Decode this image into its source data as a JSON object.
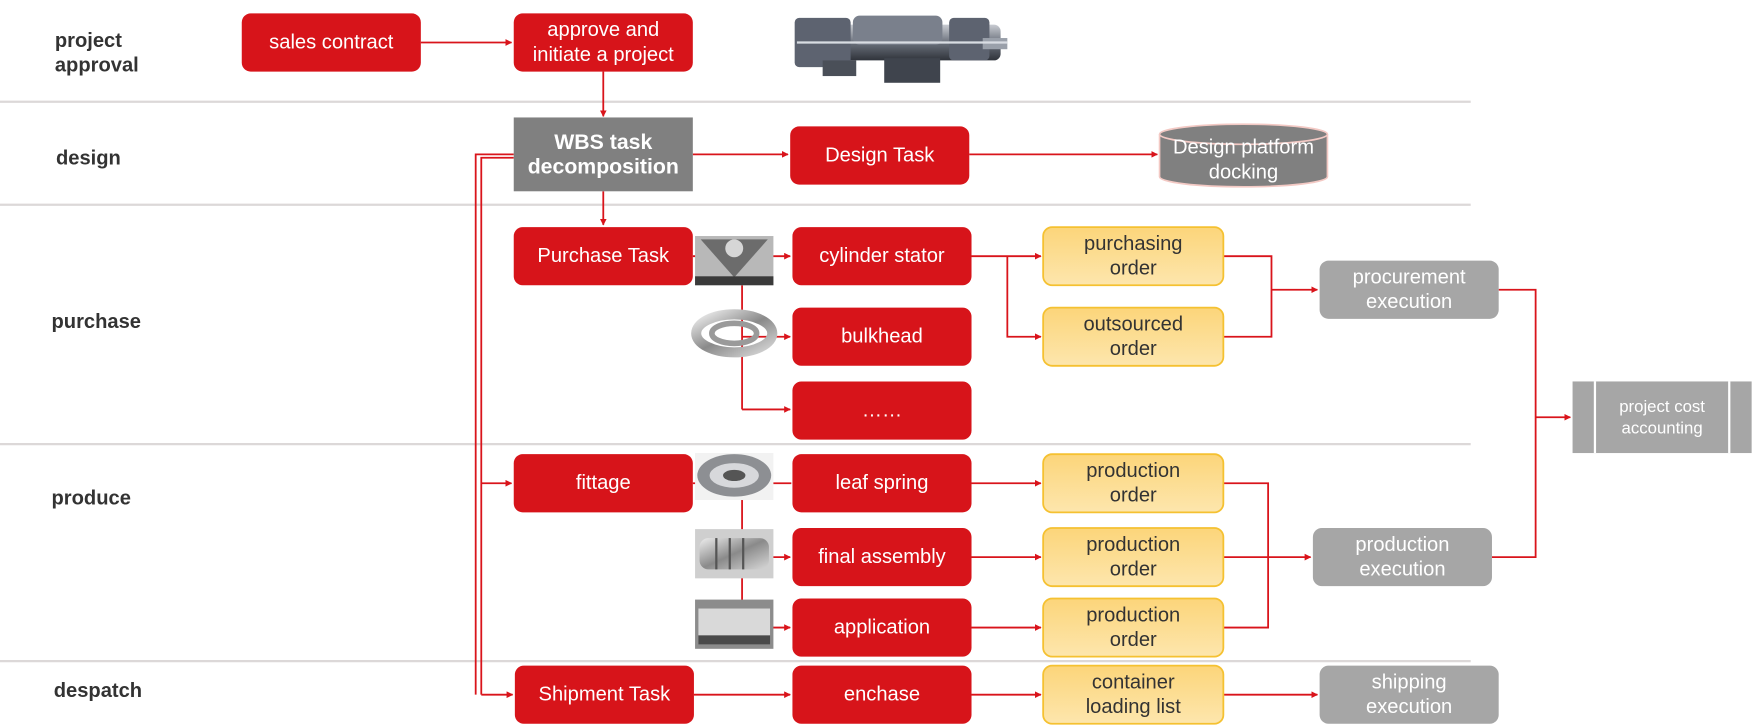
{
  "colors": {
    "task_red": "#d7141a",
    "order_yellow_top": "#fcd57a",
    "order_yellow_bottom": "#fde6ad",
    "order_border": "#f5c131",
    "exec_gray": "#a6a6a6",
    "wbs_gray": "#808080",
    "connector_red": "#d9141b",
    "lane_separator": "#dcd8d8",
    "lane_text": "#333333"
  },
  "lanes": [
    {
      "id": "project-approval",
      "label_lines": [
        "project",
        "approval"
      ]
    },
    {
      "id": "design",
      "label_lines": [
        "design"
      ]
    },
    {
      "id": "purchase",
      "label_lines": [
        "purchase"
      ]
    },
    {
      "id": "produce",
      "label_lines": [
        "produce"
      ]
    },
    {
      "id": "despatch",
      "label_lines": [
        "despatch"
      ]
    }
  ],
  "nodes": {
    "sales_contract": {
      "lines": [
        "sales contract"
      ],
      "kind": "task"
    },
    "approve_project": {
      "lines": [
        "approve and",
        "initiate a project"
      ],
      "kind": "task"
    },
    "wbs": {
      "lines": [
        "WBS task",
        "decomposition"
      ],
      "kind": "wbs"
    },
    "design_task": {
      "lines": [
        "Design Task"
      ],
      "kind": "task"
    },
    "design_platform": {
      "lines": [
        "Design platform",
        "docking"
      ],
      "kind": "database"
    },
    "purchase_task": {
      "lines": [
        "Purchase Task"
      ],
      "kind": "task"
    },
    "cylinder_stator": {
      "lines": [
        "cylinder stator"
      ],
      "kind": "task"
    },
    "bulkhead": {
      "lines": [
        "bulkhead"
      ],
      "kind": "task"
    },
    "more_items": {
      "lines": [
        "……"
      ],
      "kind": "task"
    },
    "purchasing_order": {
      "lines": [
        "purchasing",
        "order"
      ],
      "kind": "order"
    },
    "outsourced_order": {
      "lines": [
        "outsourced",
        "order"
      ],
      "kind": "order"
    },
    "procurement_execution": {
      "lines": [
        "procurement",
        "execution"
      ],
      "kind": "execution"
    },
    "project_cost": {
      "lines": [
        "project cost",
        "accounting"
      ],
      "kind": "subprocess"
    },
    "fittage": {
      "lines": [
        "fittage"
      ],
      "kind": "task"
    },
    "leaf_spring": {
      "lines": [
        "leaf spring"
      ],
      "kind": "task"
    },
    "final_assembly": {
      "lines": [
        "final assembly"
      ],
      "kind": "task"
    },
    "application": {
      "lines": [
        "application"
      ],
      "kind": "task"
    },
    "production_order_1": {
      "lines": [
        "production",
        "order"
      ],
      "kind": "order"
    },
    "production_order_2": {
      "lines": [
        "production",
        "order"
      ],
      "kind": "order"
    },
    "production_order_3": {
      "lines": [
        "production",
        "order"
      ],
      "kind": "order"
    },
    "production_execution": {
      "lines": [
        "production",
        "execution"
      ],
      "kind": "execution"
    },
    "shipment_task": {
      "lines": [
        "Shipment Task"
      ],
      "kind": "task"
    },
    "enchase": {
      "lines": [
        "enchase"
      ],
      "kind": "task"
    },
    "container_loading": {
      "lines": [
        "container",
        "loading list"
      ],
      "kind": "order"
    },
    "shipping_execution": {
      "lines": [
        "shipping",
        "execution"
      ],
      "kind": "execution"
    }
  },
  "pictures": [
    {
      "id": "steam-turbine",
      "icon": "steam-turbine-image"
    },
    {
      "id": "cylinder-stator-photo",
      "icon": "cylinder-stator-image"
    },
    {
      "id": "bulkhead-photo",
      "icon": "bulkhead-ring-image"
    },
    {
      "id": "leaf-spring-photo",
      "icon": "blade-wheel-image"
    },
    {
      "id": "final-assembly-photo",
      "icon": "rotor-assembly-image"
    },
    {
      "id": "application-photo",
      "icon": "installed-unit-image"
    }
  ]
}
